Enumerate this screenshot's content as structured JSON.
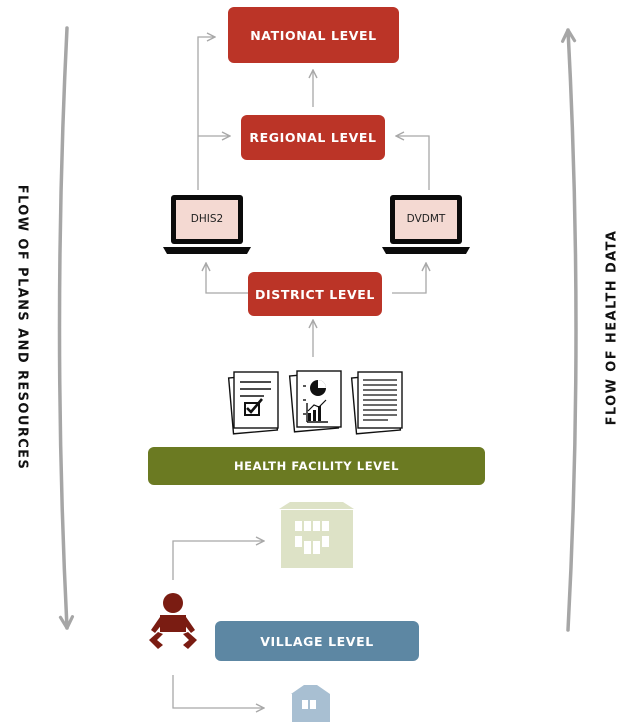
{
  "levels": {
    "national": "NATIONAL LEVEL",
    "regional": "REGIONAL LEVEL",
    "district": "DISTRICT LEVEL",
    "health_facility": "HEALTH FACILITY LEVEL",
    "village": "VILLAGE LEVEL"
  },
  "systems": {
    "left": "DHIS2",
    "right": "DVDMT"
  },
  "side_labels": {
    "left": "FLOW OF PLANS AND RESOURCES",
    "right": "FLOW OF HEALTH DATA"
  },
  "colors": {
    "level_red": "#bb3427",
    "health_facility": "#6b7a22",
    "village": "#5d87a3",
    "facility_building": "#dde2c6",
    "village_building": "#a8bfd2",
    "person": "#7a1c12",
    "flow_line": "#a8a8a8",
    "side_arrow": "#a6a6a6"
  },
  "icons": [
    "laptop-icon",
    "checklist-report-icon",
    "chart-report-icon",
    "text-report-icon",
    "health-facility-building-icon",
    "village-building-icon",
    "baby-icon"
  ]
}
